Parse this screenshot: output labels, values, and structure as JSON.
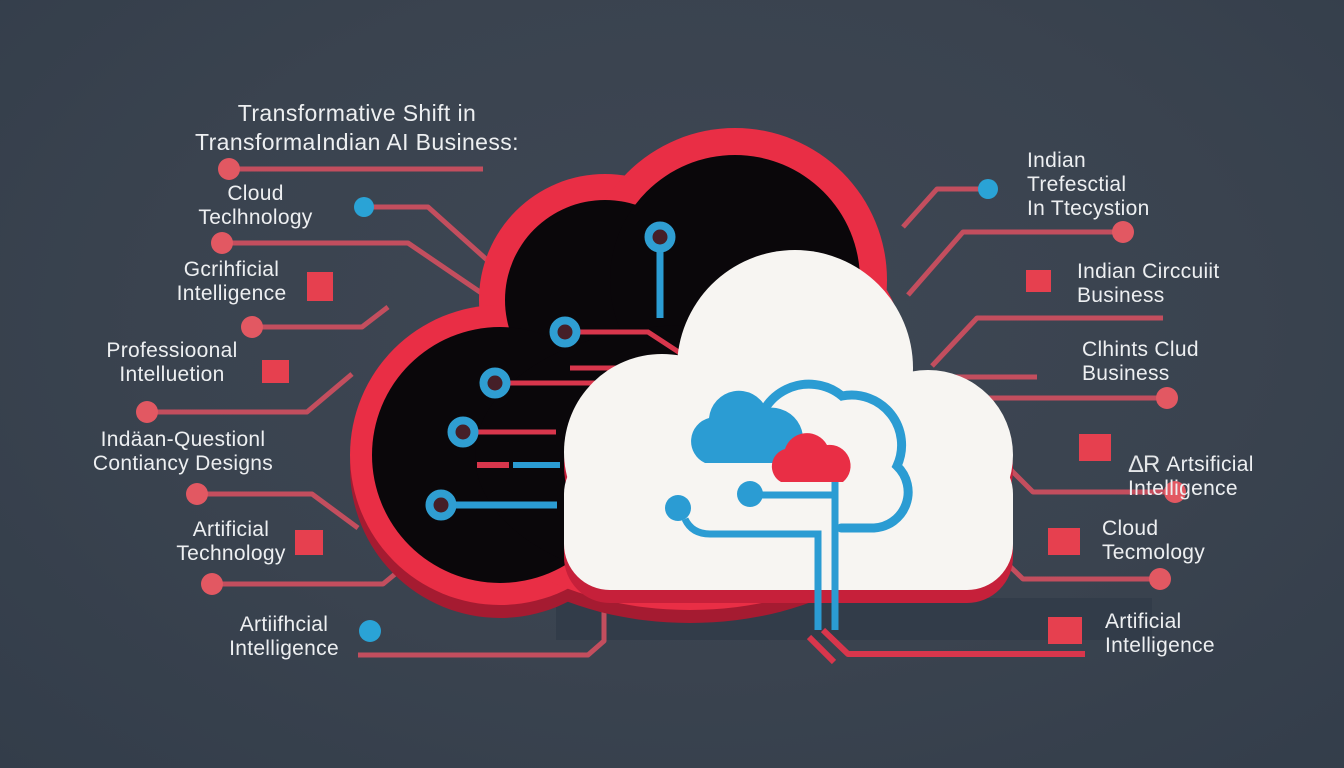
{
  "colors": {
    "background": "#3a434f",
    "cloud_outline_red": "#e92e45",
    "cloud_shadow_red": "#a51b31",
    "under_stripe_red": "#c6203a",
    "leader_line_red": "#c34e5e",
    "marker_square_red": "#e6404f",
    "marker_dot_red": "#e25862",
    "accent_blue": "#2b9cd3",
    "black_cloud": "#0a070a",
    "white_cloud": "#f7f5f2",
    "text": "#edeff1"
  },
  "title": {
    "text": "Transformative Shift in\nTransformaIndian AI Business:"
  },
  "labels": {
    "left": [
      {
        "text": "Cloud\nTeclhnology"
      },
      {
        "text": "Gcrihficial\nIntelligence"
      },
      {
        "text": "Professioonal\nIntelluetion"
      },
      {
        "text": "Indäan-Questionl\nContiancy Designs"
      },
      {
        "text": "Artificial\nTechnology"
      },
      {
        "text": "Artiifhcial\nIntelligence"
      }
    ],
    "right": [
      {
        "text": "Indian\nTrefesctial\nIn Ttecystion"
      },
      {
        "text": "Indian Circcuiit\nBusiness"
      },
      {
        "text": "Clhints Clud\nBusiness"
      },
      {
        "glyph": "ΔR",
        "text": "Artsificial\nIntelligence"
      },
      {
        "text": "Cloud\nTecmology"
      },
      {
        "text": "Artificial\nIntelligence"
      }
    ]
  }
}
